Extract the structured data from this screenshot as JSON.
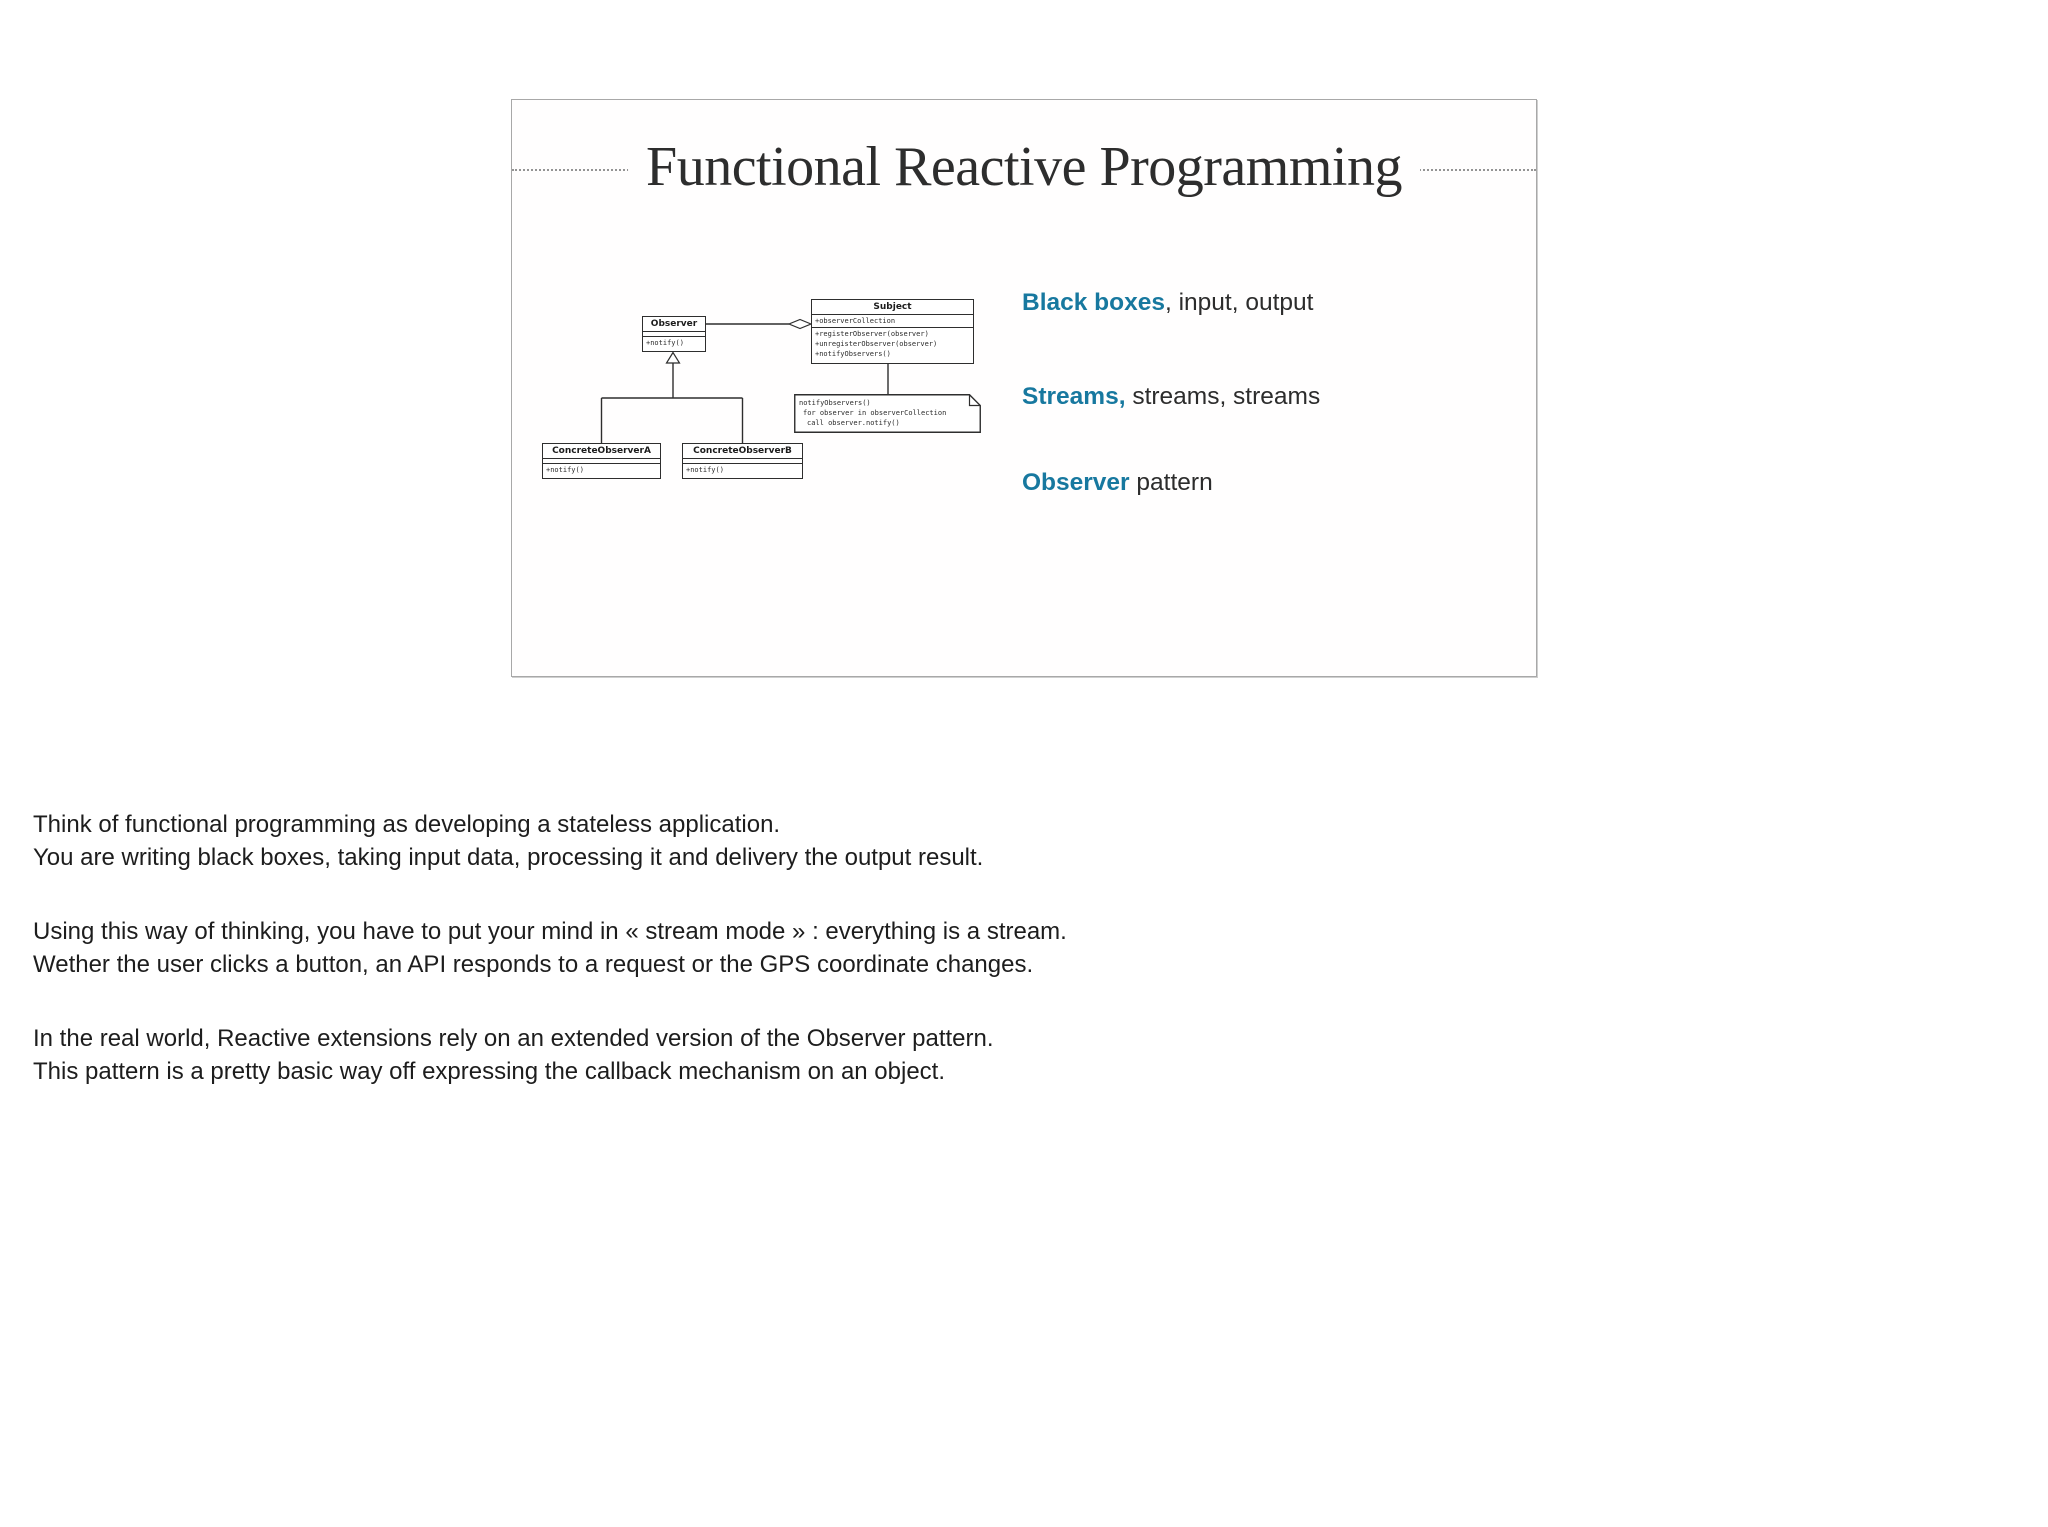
{
  "slide": {
    "title": "Functional Reactive Programming",
    "bullets": [
      {
        "emphasis": "Black boxes",
        "rest": ", input, output"
      },
      {
        "emphasis": "Streams,",
        "rest": " streams, streams"
      },
      {
        "emphasis": "Observer",
        "rest": " pattern"
      }
    ],
    "diagram": {
      "classes": [
        {
          "name": "Observer",
          "methods": [
            "+notify()"
          ]
        },
        {
          "name": "Subject",
          "attributes": [
            "+observerCollection"
          ],
          "methods": [
            "+registerObserver(observer)",
            "+unregisterObserver(observer)",
            "+notifyObservers()"
          ]
        },
        {
          "name": "ConcreteObserverA",
          "methods": [
            "+notify()"
          ]
        },
        {
          "name": "ConcreteObserverB",
          "methods": [
            "+notify()"
          ]
        }
      ],
      "note_lines": [
        "notifyObservers()",
        "for observer in observerCollection",
        "call observer.notify()"
      ]
    }
  },
  "notes": {
    "paragraphs": [
      {
        "lines": [
          "Think of functional programming as developing a stateless application.",
          "You are writing black boxes, taking input data, processing it and delivery the output result."
        ]
      },
      {
        "lines": [
          "Using this way of thinking, you have to put your mind in « stream mode » : everything is a stream.",
          "Wether the user clicks a button, an API responds to a request or the GPS coordinate changes."
        ]
      },
      {
        "lines": [
          "In the real world, Reactive extensions rely on an extended version of the Observer pattern.",
          "This pattern is a pretty basic way off expressing the callback mechanism on an object."
        ]
      }
    ]
  },
  "colors": {
    "accent": "#17789F",
    "body_text": "#1d1d1d",
    "title_text": "#2d2d2d"
  }
}
